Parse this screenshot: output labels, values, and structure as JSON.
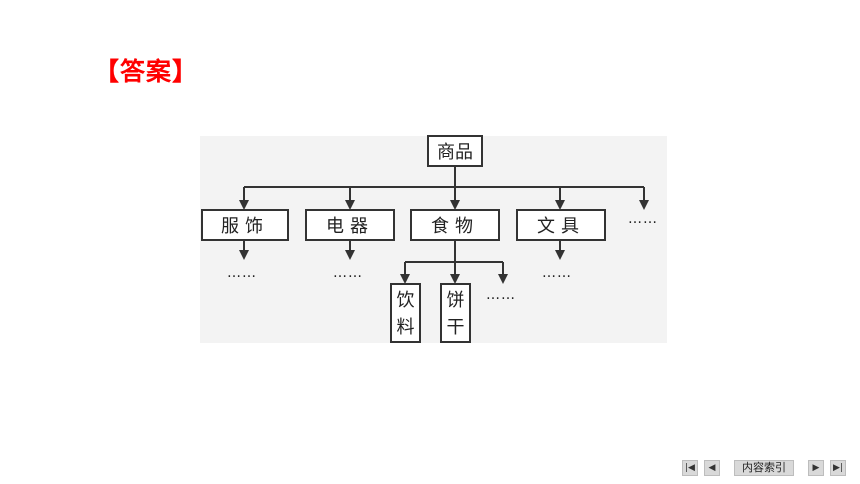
{
  "heading": "【答案】",
  "diagram": {
    "root": "商品",
    "level1": [
      "服饰",
      "电器",
      "食物",
      "文具"
    ],
    "level1_more": "……",
    "level1_children_more": "……",
    "food_children": [
      {
        "top": "饮",
        "bottom": "料"
      },
      {
        "top": "饼",
        "bottom": "干"
      }
    ],
    "food_children_more": "……"
  },
  "nav": {
    "first_icon": "skip-first-icon",
    "prev_icon": "prev-icon",
    "index_label": "内容索引",
    "next_icon": "next-icon",
    "last_icon": "skip-last-icon"
  }
}
